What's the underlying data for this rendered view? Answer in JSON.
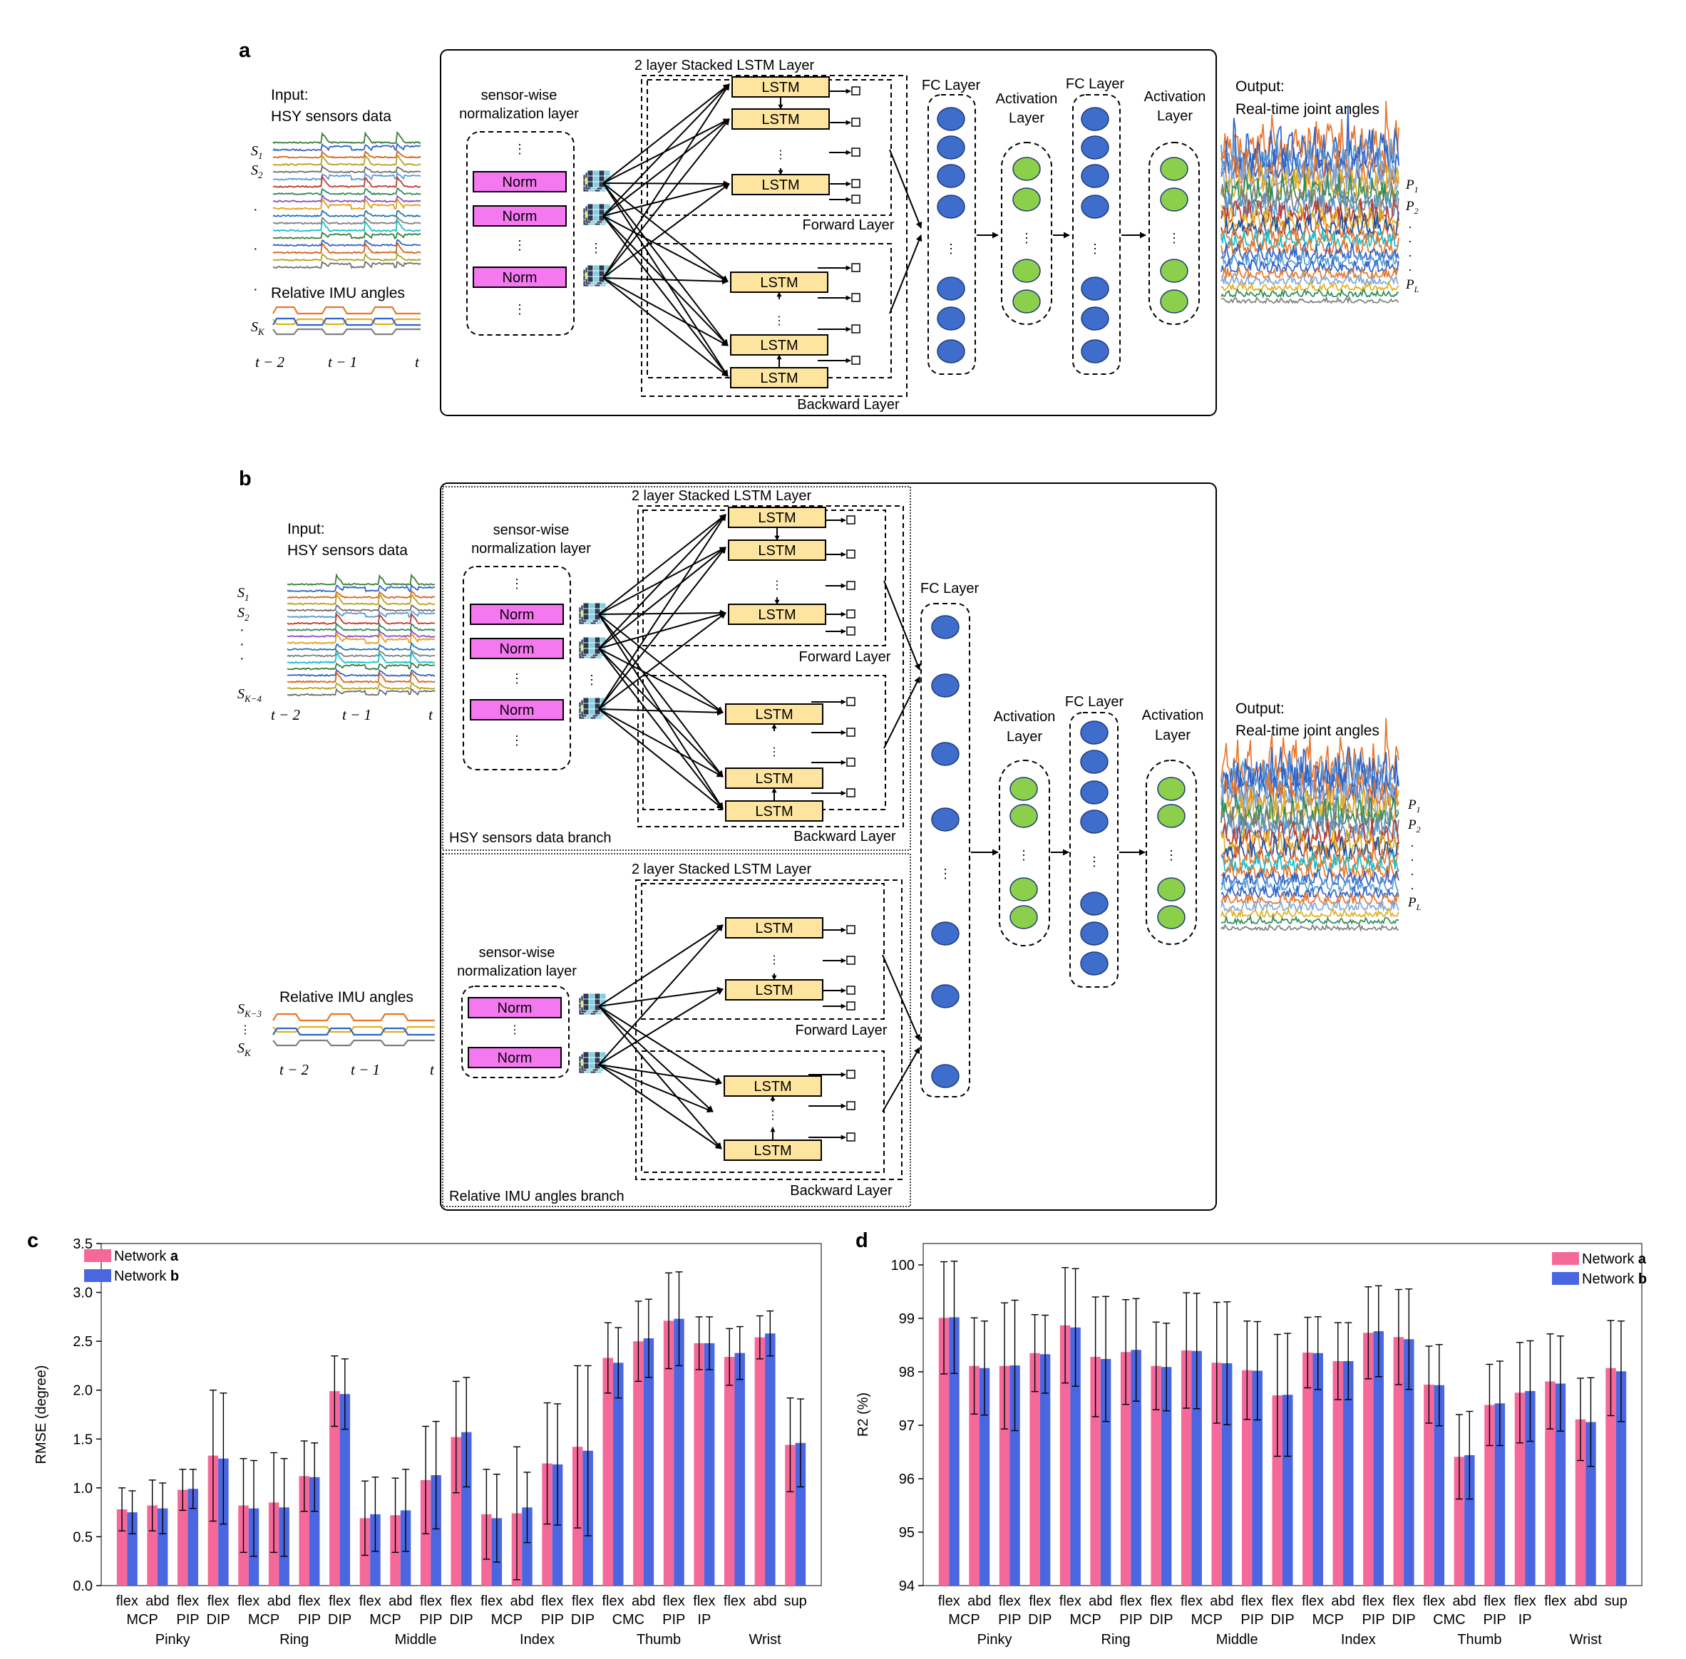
{
  "panels": {
    "a": {
      "letter": "a",
      "input_title": "Input:",
      "input_sub": "HSY sensors data",
      "s1": "S",
      "s1_sub": "1",
      "s2": "S",
      "s2_sub": "2",
      "imu_label": "Relative IMU angles",
      "sk": "S",
      "sk_sub": "K",
      "t_labels": [
        "t − 2",
        "t − 1",
        "t"
      ],
      "lstm_title": "2 layer Stacked LSTM Layer",
      "norm_title_1": "sensor-wise",
      "norm_title_2": "normalization layer",
      "norm": "Norm",
      "lstm": "LSTM",
      "forward": "Forward Layer",
      "backward": "Backward Layer",
      "fc1": "FC Layer",
      "act1_1": "Activation",
      "act1_2": "Layer",
      "fc2": "FC Layer",
      "act2_1": "Activation",
      "act2_2": "Layer",
      "output_title": "Output:",
      "output_sub": "Real-time joint angles",
      "p1": "P",
      "p1_sub": "1",
      "p2": "P",
      "p2_sub": "2",
      "pl": "P",
      "pl_sub": "L"
    },
    "b": {
      "letter": "b",
      "input_title": "Input:",
      "input_sub": "HSY sensors data",
      "s1": "S",
      "s1_sub": "1",
      "s2": "S",
      "s2_sub": "2",
      "sk4": "S",
      "sk4_sub": "K−4",
      "imu_label": "Relative IMU angles",
      "sk3": "S",
      "sk3_sub": "K−3",
      "sk": "S",
      "sk_sub": "K",
      "t_labels": [
        "t − 2",
        "t − 1",
        "t"
      ],
      "lstm_title": "2 layer Stacked LSTM Layer",
      "norm_title_1": "sensor-wise",
      "norm_title_2": "normalization layer",
      "norm": "Norm",
      "lstm": "LSTM",
      "forward": "Forward Layer",
      "backward": "Backward Layer",
      "branch1": "HSY sensors data branch",
      "branch2": "Relative IMU angles branch",
      "fc1": "FC Layer",
      "act1_1": "Activation",
      "act1_2": "Layer",
      "fc2": "FC Layer",
      "act2_1": "Activation",
      "act2_2": "Layer",
      "output_title": "Output:",
      "output_sub": "Real-time joint angles",
      "p1": "P",
      "p1_sub": "1",
      "p2": "P",
      "p2_sub": "2",
      "pl": "P",
      "pl_sub": "L"
    }
  },
  "colors": {
    "network_a": "#f5689a",
    "network_b": "#4a66e0",
    "norm_fill": "#f478f0",
    "lstm_fill": "#fde5a0",
    "fc_node": "#3f6dcc",
    "act_node": "#8ccf4a"
  },
  "chart_data": [
    {
      "letter": "c",
      "type": "bar",
      "ylabel": "RMSE (degree)",
      "ylim": [
        0.0,
        3.5
      ],
      "yticks": [
        "0.0",
        "0.5",
        "1.0",
        "1.5",
        "2.0",
        "2.5",
        "3.0",
        "3.5"
      ],
      "legend_position": "top-left",
      "legend_prefix": "Network ",
      "series": [
        {
          "name": "a",
          "values": [
            0.78,
            0.82,
            0.98,
            1.33,
            0.82,
            0.85,
            1.12,
            1.99,
            0.69,
            0.72,
            1.08,
            1.52,
            0.73,
            0.74,
            1.25,
            1.42,
            2.33,
            2.5,
            2.71,
            2.48,
            2.34,
            2.54,
            1.44
          ]
        },
        {
          "name": "b",
          "values": [
            0.75,
            0.79,
            0.99,
            1.3,
            0.79,
            0.8,
            1.11,
            1.96,
            0.73,
            0.77,
            1.13,
            1.57,
            0.69,
            0.8,
            1.24,
            1.38,
            2.28,
            2.53,
            2.73,
            2.48,
            2.38,
            2.58,
            1.46
          ]
        }
      ],
      "errors": {
        "a": [
          0.22,
          0.26,
          0.21,
          0.67,
          0.48,
          0.51,
          0.36,
          0.36,
          0.38,
          0.38,
          0.55,
          0.57,
          0.46,
          0.68,
          0.62,
          0.83,
          0.36,
          0.41,
          0.49,
          0.27,
          0.29,
          0.22,
          0.48
        ],
        "b": [
          0.22,
          0.26,
          0.2,
          0.67,
          0.49,
          0.5,
          0.35,
          0.36,
          0.38,
          0.42,
          0.55,
          0.56,
          0.45,
          0.36,
          0.62,
          0.87,
          0.36,
          0.4,
          0.48,
          0.27,
          0.27,
          0.23,
          0.45
        ]
      },
      "tick_labels": [
        "flex",
        "abd",
        "flex",
        "flex",
        "flex",
        "abd",
        "flex",
        "flex",
        "flex",
        "abd",
        "flex",
        "flex",
        "flex",
        "abd",
        "flex",
        "flex",
        "flex",
        "abd",
        "flex",
        "flex",
        "flex",
        "abd",
        "sup"
      ],
      "joint_labels": [
        {
          "text": "MCP",
          "span": [
            0,
            1
          ]
        },
        {
          "text": "PIP",
          "span": [
            2,
            2
          ]
        },
        {
          "text": "DIP",
          "span": [
            3,
            3
          ]
        },
        {
          "text": "MCP",
          "span": [
            4,
            5
          ]
        },
        {
          "text": "PIP",
          "span": [
            6,
            6
          ]
        },
        {
          "text": "DIP",
          "span": [
            7,
            7
          ]
        },
        {
          "text": "MCP",
          "span": [
            8,
            9
          ]
        },
        {
          "text": "PIP",
          "span": [
            10,
            10
          ]
        },
        {
          "text": "DIP",
          "span": [
            11,
            11
          ]
        },
        {
          "text": "MCP",
          "span": [
            12,
            13
          ]
        },
        {
          "text": "PIP",
          "span": [
            14,
            14
          ]
        },
        {
          "text": "DIP",
          "span": [
            15,
            15
          ]
        },
        {
          "text": "CMC",
          "span": [
            16,
            17
          ]
        },
        {
          "text": "PIP",
          "span": [
            18,
            18
          ]
        },
        {
          "text": "IP",
          "span": [
            19,
            19
          ]
        }
      ],
      "group_labels": [
        {
          "text": "Pinky",
          "span": [
            0,
            3
          ]
        },
        {
          "text": "Ring",
          "span": [
            4,
            7
          ]
        },
        {
          "text": "Middle",
          "span": [
            8,
            11
          ]
        },
        {
          "text": "Index",
          "span": [
            12,
            15
          ]
        },
        {
          "text": "Thumb",
          "span": [
            16,
            19
          ]
        },
        {
          "text": "Wrist",
          "span": [
            20,
            22
          ]
        }
      ]
    },
    {
      "letter": "d",
      "type": "bar",
      "ylabel": "R2 (%)",
      "ylim": [
        94,
        100.4
      ],
      "yticks": [
        "94",
        "95",
        "96",
        "97",
        "98",
        "99",
        "100"
      ],
      "legend_position": "top-right",
      "legend_prefix": "Network ",
      "series": [
        {
          "name": "a",
          "values": [
            99.01,
            98.11,
            98.11,
            98.35,
            98.87,
            98.28,
            98.37,
            98.11,
            98.4,
            98.17,
            98.03,
            97.56,
            98.36,
            98.2,
            98.73,
            98.65,
            97.76,
            96.41,
            97.38,
            97.61,
            97.82,
            97.11,
            98.07
          ]
        },
        {
          "name": "b",
          "values": [
            99.02,
            98.07,
            98.12,
            98.33,
            98.83,
            98.24,
            98.41,
            98.09,
            98.39,
            98.16,
            98.02,
            97.57,
            98.35,
            98.2,
            98.76,
            98.61,
            97.75,
            96.44,
            97.41,
            97.64,
            97.78,
            97.06,
            98.01
          ]
        }
      ],
      "errors": {
        "a": [
          1.05,
          0.9,
          1.18,
          0.72,
          1.08,
          1.12,
          0.98,
          0.82,
          1.08,
          1.13,
          0.92,
          1.14,
          0.66,
          0.72,
          0.86,
          0.89,
          0.72,
          0.79,
          0.76,
          0.94,
          0.89,
          0.77,
          0.89
        ],
        "b": [
          1.05,
          0.88,
          1.22,
          0.73,
          1.1,
          1.17,
          0.96,
          0.82,
          1.08,
          1.15,
          0.92,
          1.15,
          0.68,
          0.72,
          0.85,
          0.94,
          0.76,
          0.82,
          0.79,
          0.94,
          0.89,
          0.83,
          0.94
        ]
      },
      "tick_labels": [
        "flex",
        "abd",
        "flex",
        "flex",
        "flex",
        "abd",
        "flex",
        "flex",
        "flex",
        "abd",
        "flex",
        "flex",
        "flex",
        "abd",
        "flex",
        "flex",
        "flex",
        "abd",
        "flex",
        "flex",
        "flex",
        "abd",
        "sup"
      ],
      "joint_labels": [
        {
          "text": "MCP",
          "span": [
            0,
            1
          ]
        },
        {
          "text": "PIP",
          "span": [
            2,
            2
          ]
        },
        {
          "text": "DIP",
          "span": [
            3,
            3
          ]
        },
        {
          "text": "MCP",
          "span": [
            4,
            5
          ]
        },
        {
          "text": "PIP",
          "span": [
            6,
            6
          ]
        },
        {
          "text": "DIP",
          "span": [
            7,
            7
          ]
        },
        {
          "text": "MCP",
          "span": [
            8,
            9
          ]
        },
        {
          "text": "PIP",
          "span": [
            10,
            10
          ]
        },
        {
          "text": "DIP",
          "span": [
            11,
            11
          ]
        },
        {
          "text": "MCP",
          "span": [
            12,
            13
          ]
        },
        {
          "text": "PIP",
          "span": [
            14,
            14
          ]
        },
        {
          "text": "DIP",
          "span": [
            15,
            15
          ]
        },
        {
          "text": "CMC",
          "span": [
            16,
            17
          ]
        },
        {
          "text": "PIP",
          "span": [
            18,
            18
          ]
        },
        {
          "text": "IP",
          "span": [
            19,
            19
          ]
        }
      ],
      "group_labels": [
        {
          "text": "Pinky",
          "span": [
            0,
            3
          ]
        },
        {
          "text": "Ring",
          "span": [
            4,
            7
          ]
        },
        {
          "text": "Middle",
          "span": [
            8,
            11
          ]
        },
        {
          "text": "Index",
          "span": [
            12,
            15
          ]
        },
        {
          "text": "Thumb",
          "span": [
            16,
            19
          ]
        },
        {
          "text": "Wrist",
          "span": [
            20,
            22
          ]
        }
      ]
    }
  ]
}
